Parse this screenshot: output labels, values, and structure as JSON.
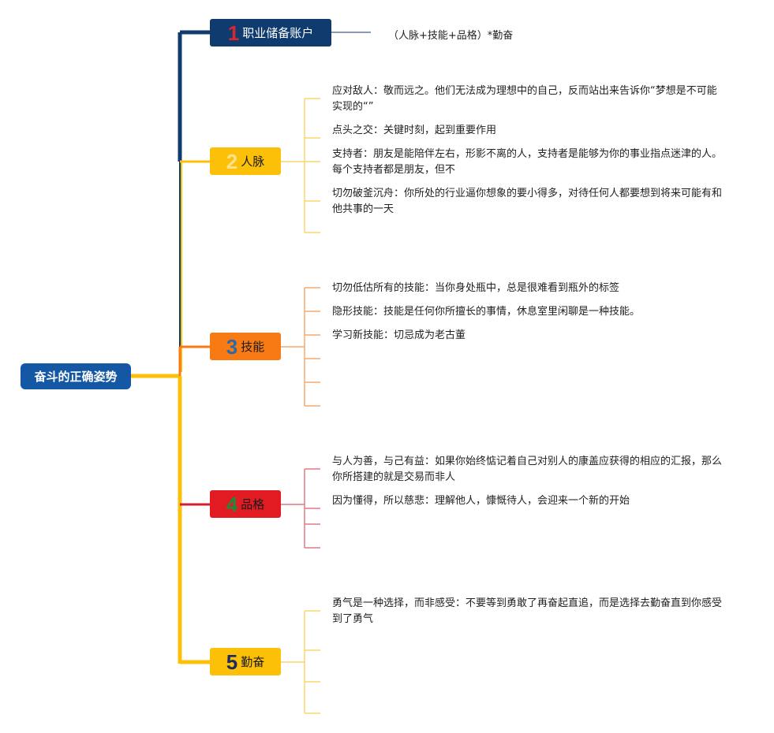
{
  "root": {
    "label": "奋斗的正确姿势"
  },
  "branches": [
    {
      "num": "1",
      "label": "职业储备账户",
      "box_color": "#0f3b6e",
      "num_color": "#d7282f",
      "text_color": "#ffffff",
      "line_color": "#0f3b6e",
      "note": "（人脉+技能+品格）*勤奋",
      "leaves": []
    },
    {
      "num": "2",
      "label": "人脉",
      "box_color": "#fcc008",
      "num_color": "#fde28a",
      "text_color": "#1a1a1a",
      "line_color": "#fcc008",
      "leaf_color": "#fbd66a",
      "leaves": [
        "应对敌人：敬而远之。他们无法成为理想中的自己，反而站出来告诉你“梦想是不可能实现的“”",
        "点头之交：关键时刻，起到重要作用",
        "支持者：朋友是能陪伴左右，形影不离的人，支持者是能够为你的事业指点迷津的人。每个支持者都是朋友，但不",
        "切勿破釜沉舟：你所处的行业逼你想象的要小得多，对待任何人都要想到将来可能有和他共事的一天",
        ""
      ]
    },
    {
      "num": "3",
      "label": "技能",
      "box_color": "#f77a14",
      "num_color": "#2c6aa6",
      "text_color": "#1a1a1a",
      "line_color": "#f77a14",
      "leaf_color": "#f6ab6e",
      "leaves": [
        "切勿低估所有的技能：当你身处瓶中，总是很难看到瓶外的标签",
        "隐形技能：技能是任何你所擅长的事情，休息室里闲聊是一种技能。",
        "学习新技能：切忌成为老古董",
        "",
        "",
        ""
      ]
    },
    {
      "num": "4",
      "label": "品格",
      "box_color": "#e21b23",
      "num_color": "#1f8a3b",
      "text_color": "#1a1a1a",
      "line_color": "#d21f30",
      "leaf_color": "#e27a86",
      "leaves": [
        "与人为善，与己有益：如果你始终惦记着自己对别人的康盖应获得的相应的汇报，那么你所搭建的就是交易而非人",
        "因为懂得，所以慈悲：理解他人，慷慨待人，会迎来一个新的开始",
        "",
        ""
      ]
    },
    {
      "num": "5",
      "label": "勤奋",
      "box_color": "#fcc008",
      "num_color": "#1c2a5e",
      "text_color": "#1a1a1a",
      "line_color": "#fcc008",
      "leaf_color": "#fbd66a",
      "leaves": [
        "勇气是一种选择，而非感受：不要等到勇敢了再奋起直追，而是选择去勤奋直到你感受到了勇气",
        "",
        "",
        ""
      ]
    }
  ]
}
